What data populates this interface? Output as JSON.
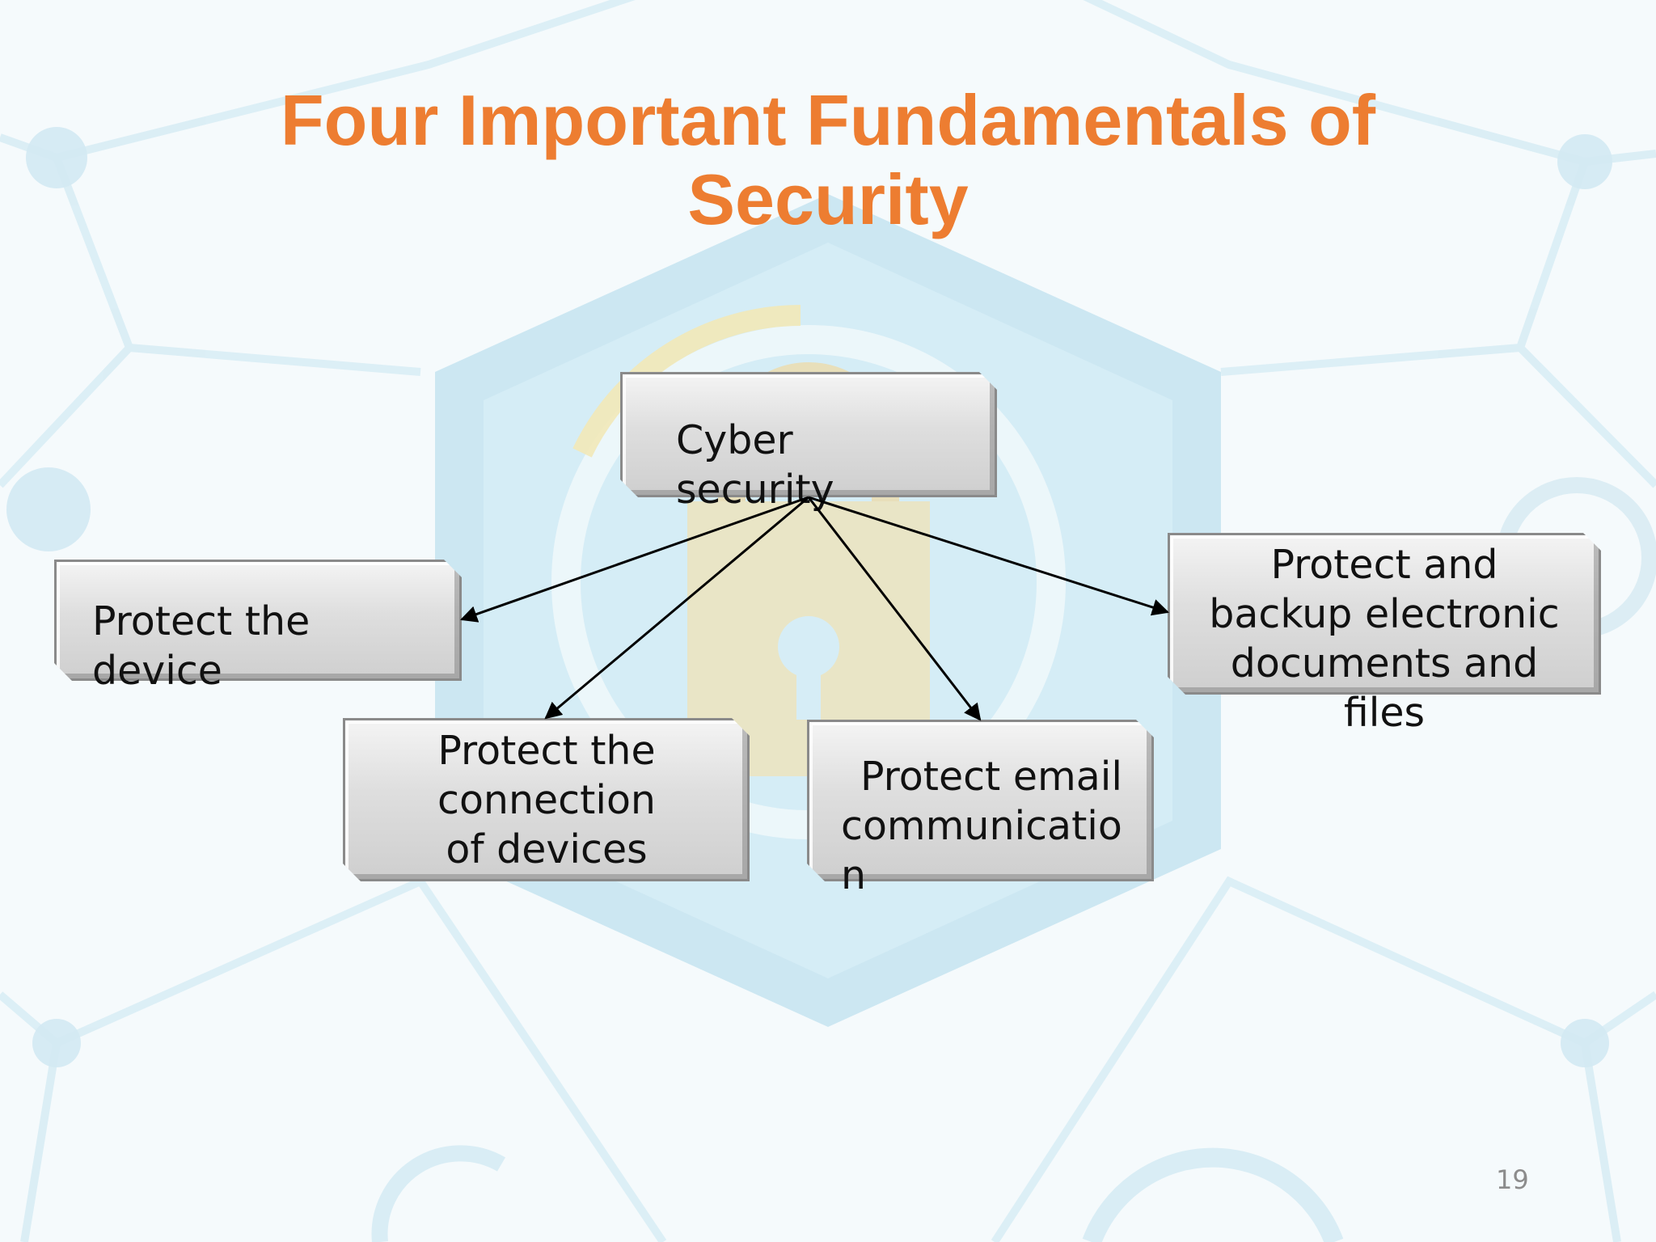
{
  "slide": {
    "title_lines": [
      "Four Important Fundamentals of",
      "Security"
    ],
    "page_number": "19"
  },
  "diagram": {
    "center": {
      "lines": [
        "Cyber",
        "security"
      ]
    },
    "nodes": [
      {
        "id": "device",
        "lines": [
          "Protect the",
          "device"
        ]
      },
      {
        "id": "connection",
        "lines": [
          "Protect the",
          "connection",
          "of  devices"
        ]
      },
      {
        "id": "email",
        "lines": [
          "Protect email",
          "communicatio",
          "n"
        ]
      },
      {
        "id": "backup",
        "lines": [
          "Protect and",
          "backup  electronic",
          "documents and",
          "files"
        ]
      }
    ],
    "edges": [
      {
        "from": "center",
        "to": "device"
      },
      {
        "from": "center",
        "to": "connection"
      },
      {
        "from": "center",
        "to": "email"
      },
      {
        "from": "center",
        "to": "backup"
      }
    ]
  },
  "colors": {
    "title": "#ed7d31",
    "box_fill": "#dcdcdc",
    "box_border": "#8a8a8a",
    "text": "#111111",
    "arrow": "#000000",
    "background_hexagons": "#cfe7f1",
    "page_number": "#8c8c8c"
  }
}
